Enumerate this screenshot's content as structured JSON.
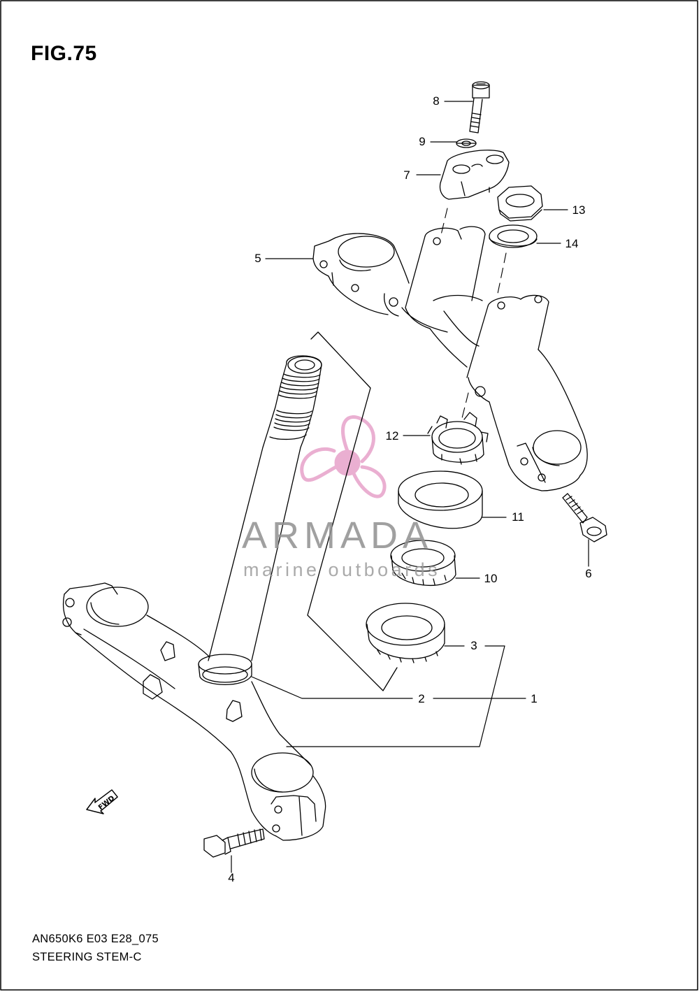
{
  "figure": {
    "title": "FIG.75"
  },
  "footer": {
    "code": "AN650K6 E03 E28_075",
    "name": "STEERING STEM-C"
  },
  "direction": {
    "label": "FWD"
  },
  "watermark": {
    "brand": "ARMADA",
    "tagline": "marine outboards",
    "color": "#e8a7cd"
  },
  "callouts": {
    "p1": "1",
    "p2": "2",
    "p3": "3",
    "p4": "4",
    "p5": "5",
    "p6": "6",
    "p7": "7",
    "p8": "8",
    "p9": "9",
    "p10": "10",
    "p11": "11",
    "p12": "12",
    "p13": "13",
    "p14": "14"
  }
}
